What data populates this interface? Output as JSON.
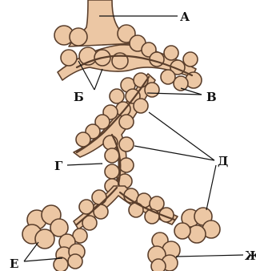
{
  "diagram": {
    "labels": {
      "a": "А",
      "b": "Б",
      "v": "В",
      "g": "Г",
      "d": "Д",
      "e": "Е",
      "zh": "Ж"
    },
    "colors": {
      "tissue": "#ecc7a4",
      "outline": "#5a3e2b",
      "text": "#111111",
      "background": "#ffffff"
    }
  }
}
